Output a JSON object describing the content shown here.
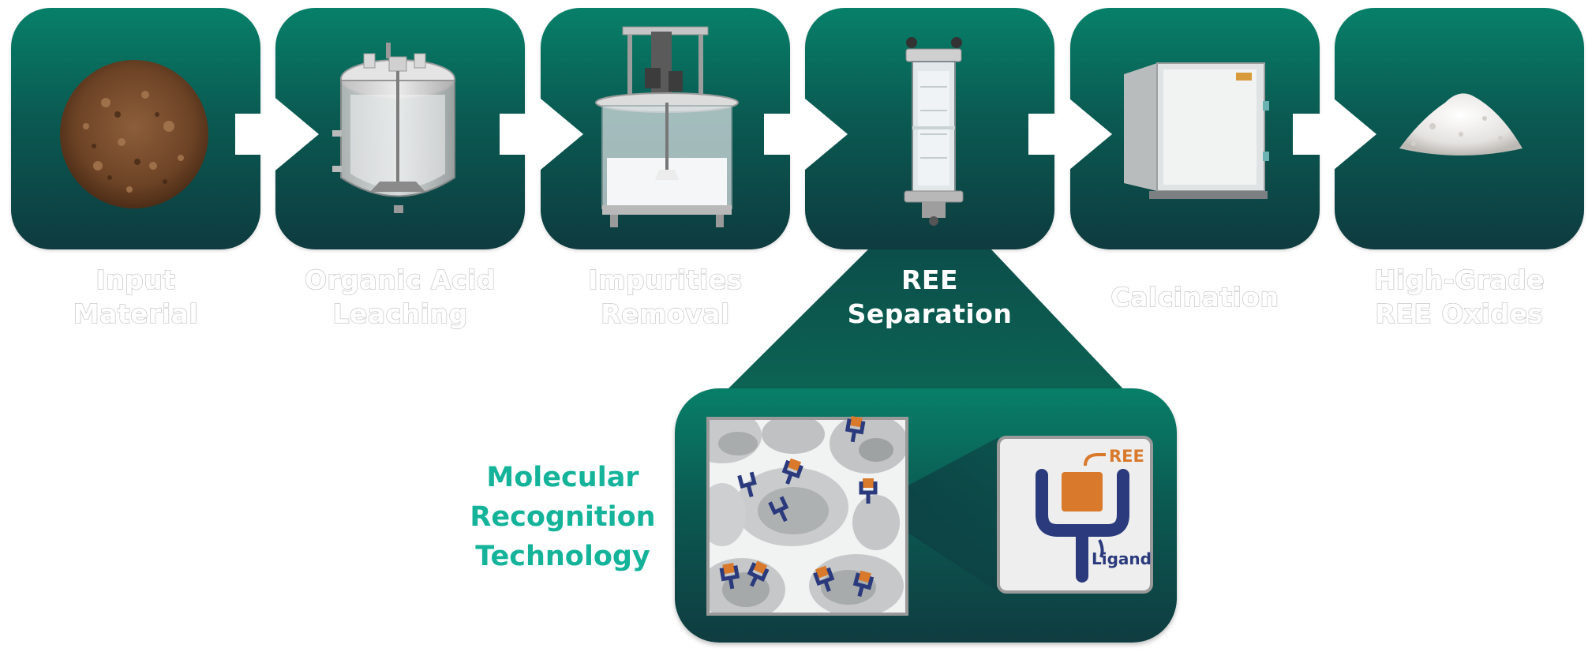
{
  "stages": [
    {
      "icon": "soil-icon",
      "label_line1": "Input",
      "label_line2": "Material"
    },
    {
      "icon": "leaching-reactor-icon",
      "label_line1": "Organic Acid",
      "label_line2": "Leaching"
    },
    {
      "icon": "impurity-removal-vessel-icon",
      "label_line1": "Impurities",
      "label_line2": "Removal"
    },
    {
      "icon": "separation-column-icon",
      "label_line1": "REE",
      "label_line2": "Separation"
    },
    {
      "icon": "calcination-furnace-icon",
      "label_line1": "Calcination",
      "label_line2": ""
    },
    {
      "icon": "oxide-powder-icon",
      "label_line1": "High-Grade",
      "label_line2": "REE Oxides"
    }
  ],
  "highlighted_stage": 3,
  "detail": {
    "technology_line1": "Molecular",
    "technology_line2": "Recognition",
    "technology_line3": "Technology",
    "ree_label": "REE",
    "ligand_label": "Ligand"
  },
  "colors": {
    "panel_top": "#078069",
    "panel_bottom": "#0e3b3f",
    "technology_text": "#14b39a",
    "ree_orange": "#d9792b",
    "ligand_navy": "#2a3a7c"
  }
}
